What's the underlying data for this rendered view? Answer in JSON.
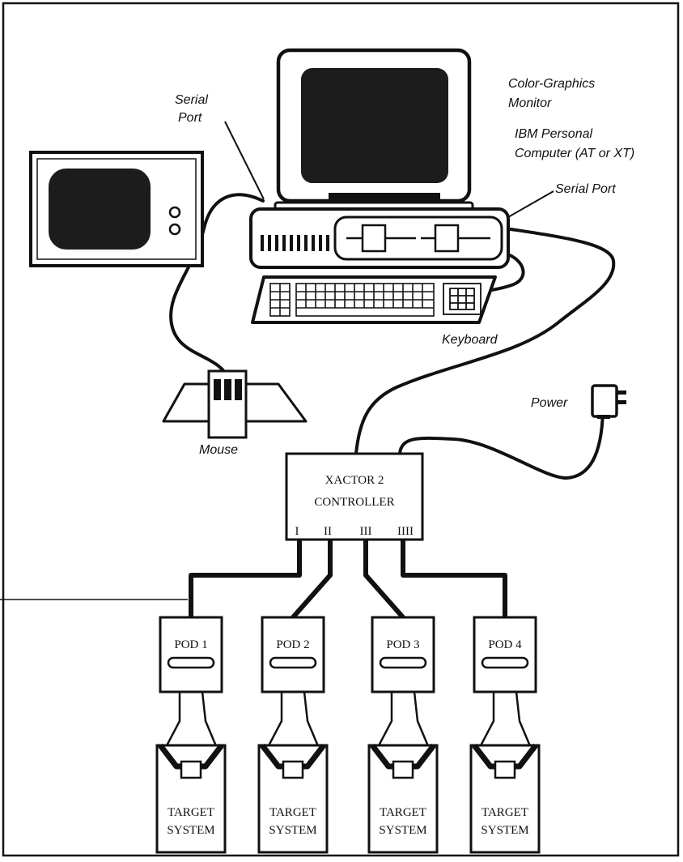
{
  "labels": {
    "color_monitor": [
      "Color-Graphics",
      "Monitor"
    ],
    "ibm_pc": [
      "IBM Personal",
      "Computer (AT or XT)"
    ],
    "serial_port_left": [
      "Serial",
      "Port"
    ],
    "serial_port_right": "Serial Port",
    "keyboard": "Keyboard",
    "mouse": "Mouse",
    "power": "Power"
  },
  "controller": {
    "lines": [
      "XACTOR 2",
      "CONTROLLER"
    ],
    "ports": [
      "I",
      "II",
      "III",
      "IIII"
    ]
  },
  "pods": [
    {
      "label": "POD 1",
      "target": [
        "TARGET",
        "SYSTEM"
      ]
    },
    {
      "label": "POD 2",
      "target": [
        "TARGET",
        "SYSTEM"
      ]
    },
    {
      "label": "POD 3",
      "target": [
        "TARGET",
        "SYSTEM"
      ]
    },
    {
      "label": "POD 4",
      "target": [
        "TARGET",
        "SYSTEM"
      ]
    }
  ],
  "colors": {
    "ink": "#111111",
    "background": "#ffffff",
    "screen": "#1c1c1c"
  }
}
